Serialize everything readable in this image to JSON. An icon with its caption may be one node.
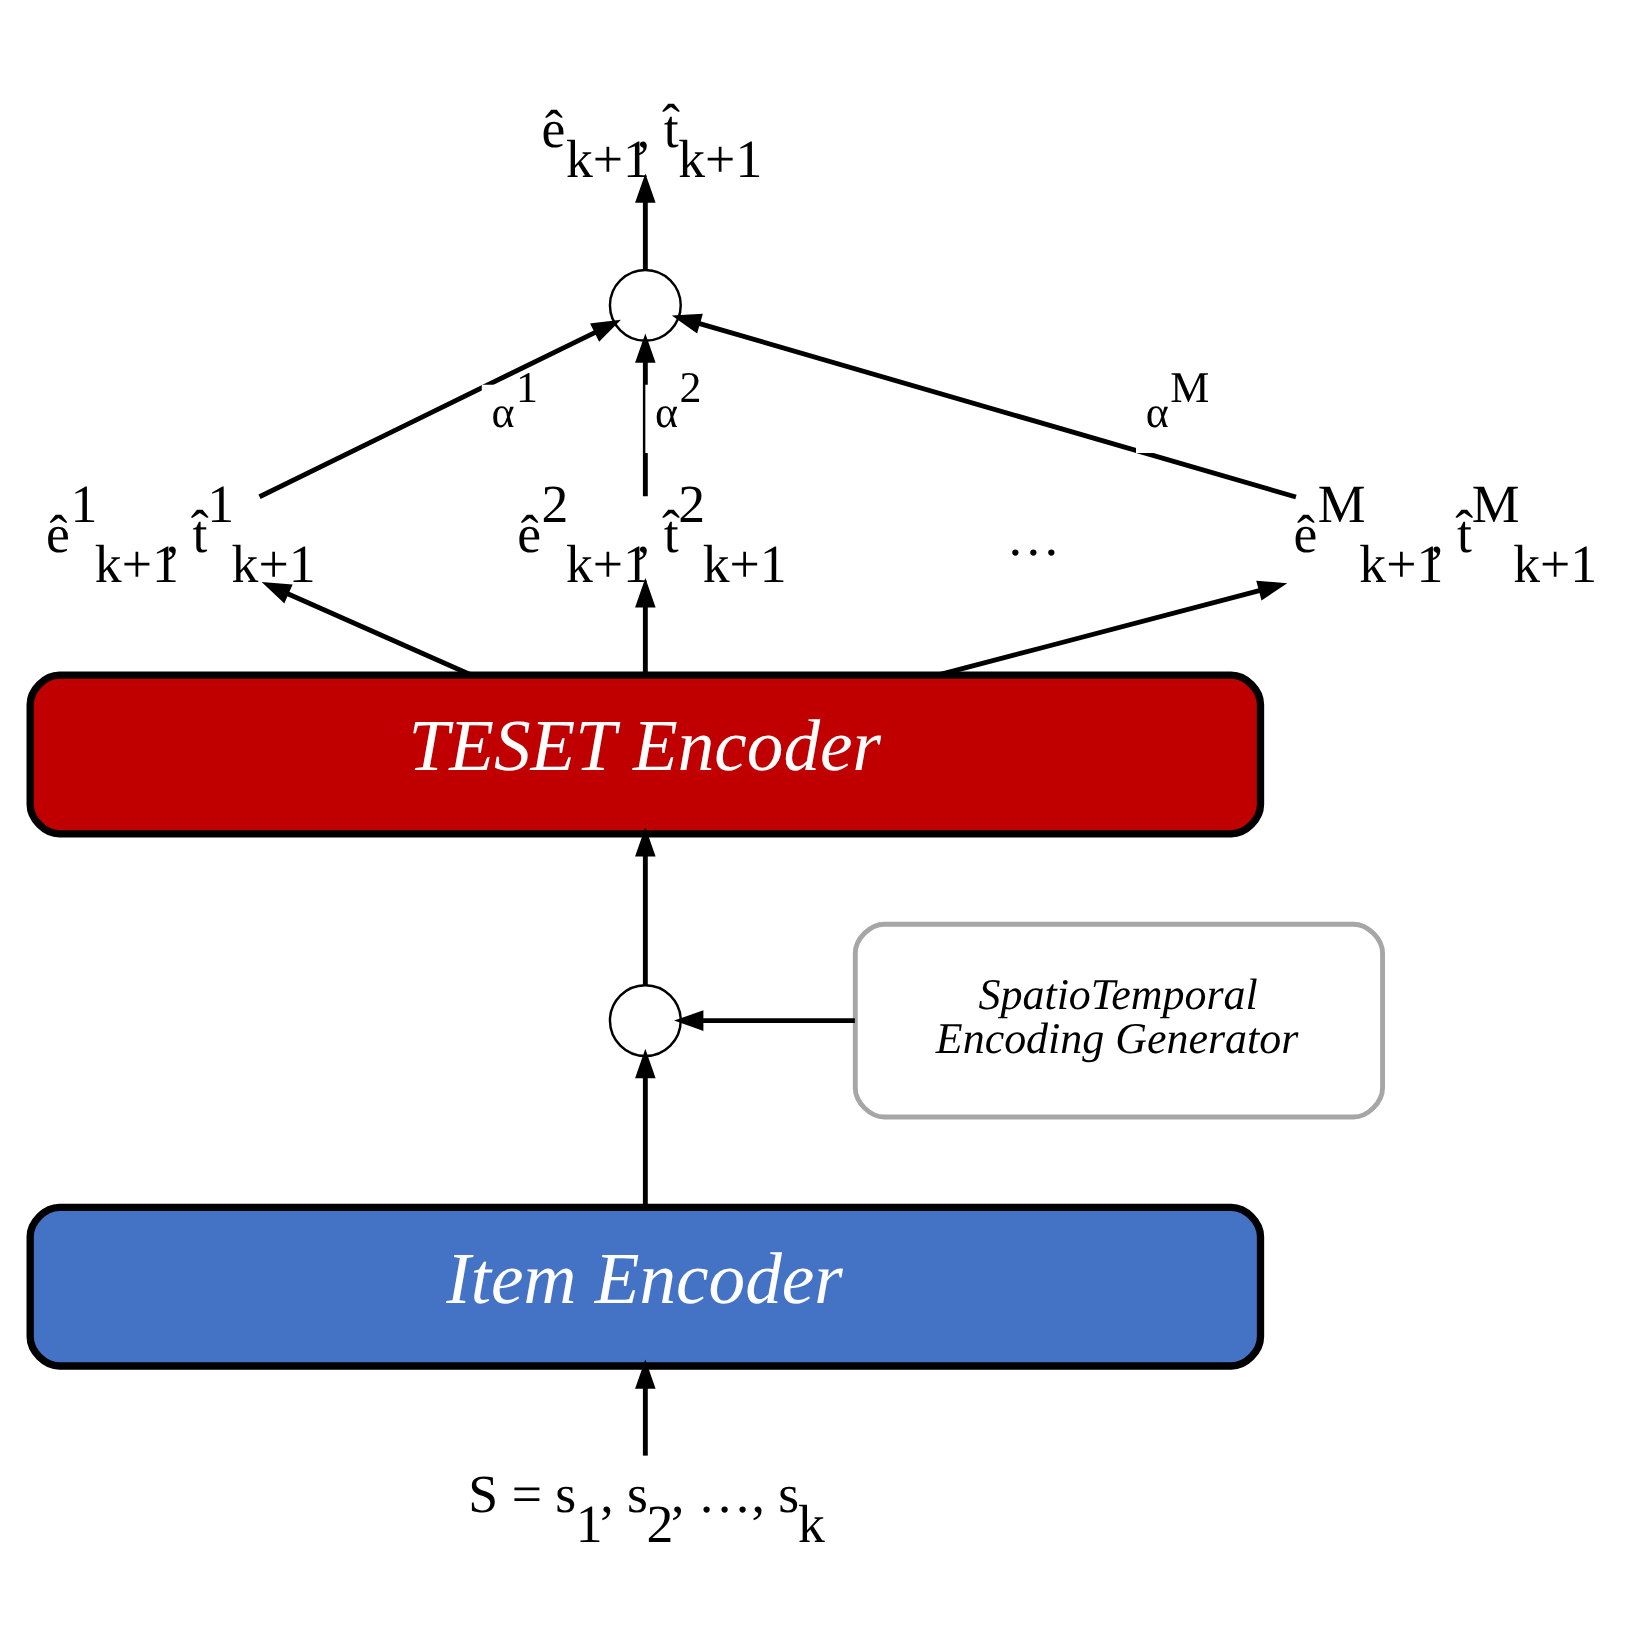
{
  "diagram": {
    "nodes": [
      {
        "text": [
          "S = s$_{1}$, s$_{2}$, …, s$_{k}$"
        ]
      },
      {
        "text": [
          "Item Encoder"
        ]
      },
      {
        "text": [],
        "shape": "circle"
      },
      {
        "text": [
          "SpatioTemporal Encoding Generator"
        ]
      },
      {
        "text": [
          "TESET Encoder"
        ]
      },
      {
        "text": [
          "ê$^{1}$$_{k+1}$, t̂$^{1}$$_{k+1}$"
        ]
      },
      {
        "text": [
          "ê$^{2}$$_{k+1}$, t̂$^{2}$$_{k+1}$"
        ]
      },
      {
        "text": [
          "ê$^{M}$$_{k+1}$, t̂$^{M}$$_{k+1}$"
        ]
      },
      {
        "text": [],
        "shape": "circle"
      },
      {
        "text": [
          "ê$_{k+1}$, t̂$_{k+1}$"
        ]
      }
    ],
    "edges": [
      {
        "from": 0,
        "to": 1,
        "arrow": "to"
      },
      {
        "from": 1,
        "to": 8,
        "arrow": "to"
      },
      {
        "from": 3,
        "to": 8,
        "arrow": "to"
      },
      {
        "from": 8,
        "to": 4,
        "arrow": "to"
      },
      {
        "from": 4,
        "to": 5,
        "arrow": "to"
      },
      {
        "from": 4,
        "to": 6,
        "arrow": "to"
      },
      {
        "from": 4,
        "to": 7,
        "arrow": "to"
      },
      {
        "from": 5,
        "to": 2,
        "arrow": "to",
        "label": "α$^{1}$"
      },
      {
        "from": 6,
        "to": 2,
        "arrow": "to",
        "label": "α$^{2}$"
      },
      {
        "from": 7,
        "to": 2,
        "arrow": "to",
        "label": "α$^{M}$"
      },
      {
        "from": 2,
        "to": 9,
        "arrow": "to"
      }
    ],
    "labels": [
      "…"
    ]
  }
}
